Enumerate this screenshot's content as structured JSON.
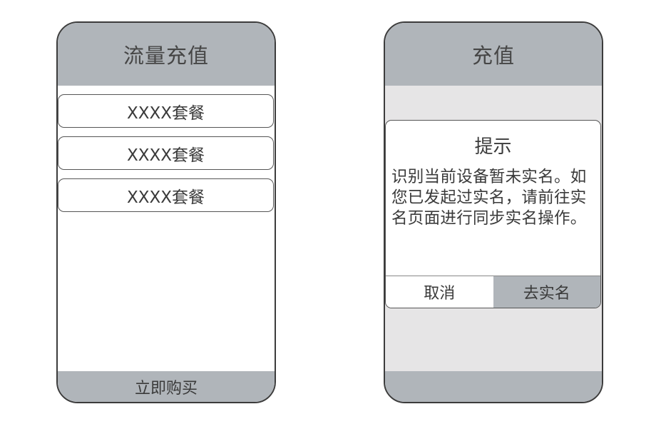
{
  "left_screen": {
    "title": "流量充值",
    "plans": [
      {
        "label": "XXXX套餐"
      },
      {
        "label": "XXXX套餐"
      },
      {
        "label": "XXXX套餐"
      }
    ],
    "buy_button_label": "立即购买"
  },
  "right_screen": {
    "title": "充值",
    "dialog": {
      "title": "提示",
      "message": "识别当前设备暂未实名。如您已发起过实名，请前往实名页面进行同步实名操作。",
      "cancel_label": "取消",
      "confirm_label": "去实名"
    }
  },
  "colors": {
    "bar_gray": "#b0b5ba",
    "overlay_gray": "#e6e5e6",
    "frame": "#3c3c3c",
    "text": "#3a3a3a"
  }
}
